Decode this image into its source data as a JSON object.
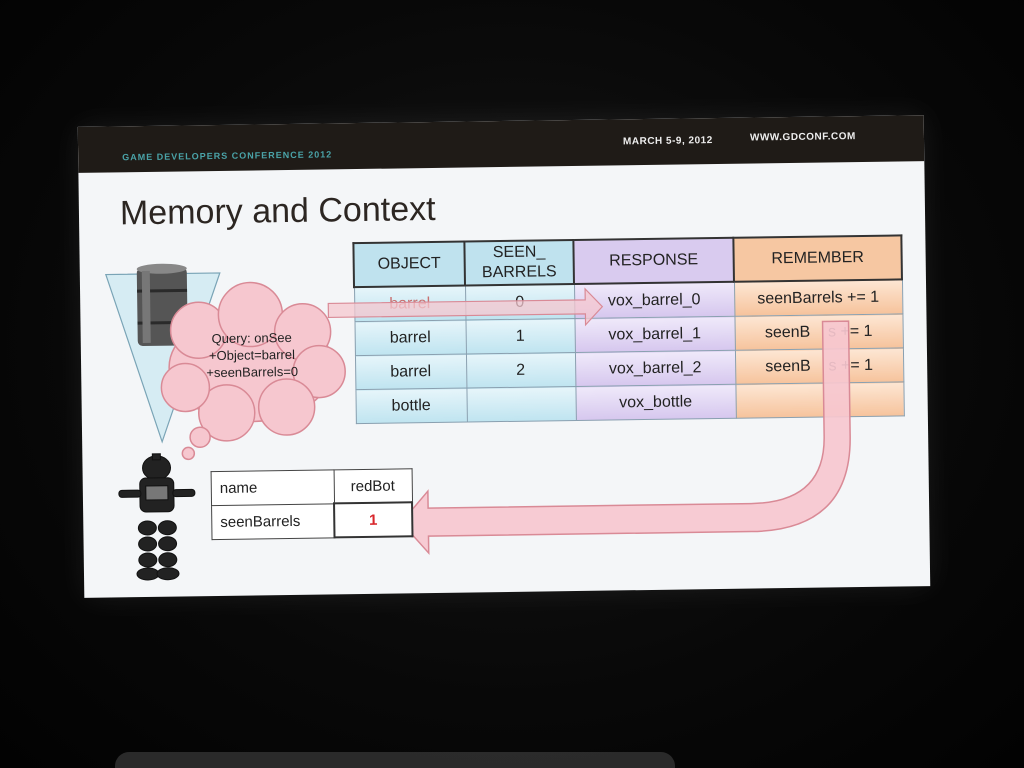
{
  "slide": {
    "conference": "GAME DEVELOPERS CONFERENCE 2012",
    "dates": "MARCH 5-9, 2012",
    "url": "WWW.GDCONF.COM",
    "title": "Memory and Context"
  },
  "rule_table": {
    "headers": [
      "OBJECT",
      "SEEN_\nBARRELS",
      "RESPONSE",
      "REMEMBER"
    ],
    "rows": [
      [
        "barrel",
        "0",
        "vox_barrel_0",
        "seenBarrels += 1"
      ],
      [
        "barrel",
        "1",
        "vox_barrel_1",
        "seenB    s += 1"
      ],
      [
        "barrel",
        "2",
        "vox_barrel_2",
        "seenB    s += 1"
      ],
      [
        "bottle",
        "",
        "vox_bottle",
        ""
      ]
    ]
  },
  "query": {
    "lines": [
      "Query: onSee",
      "+Object=barrel",
      "+seenBarrels=0"
    ]
  },
  "memory_table": {
    "rows": [
      [
        "name",
        "redBot"
      ],
      [
        "seenBarrels",
        "1"
      ]
    ]
  },
  "colors": {
    "object_column": "#bfe2ee",
    "response_column": "#d9cbef",
    "remember_column": "#f6c7a2",
    "arrow_pink": "#f6c7cf",
    "highlight_value": "#d8262b"
  },
  "icons": [
    "barrel-icon",
    "robot-icon",
    "thought-cloud",
    "vision-cone"
  ]
}
